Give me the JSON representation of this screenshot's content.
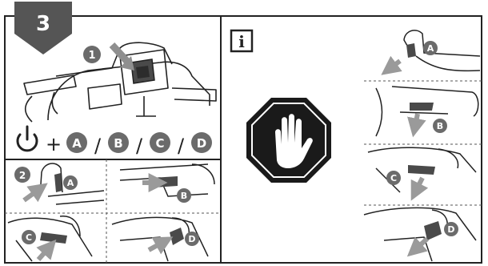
{
  "step_number": "3",
  "badge_1": "1",
  "badge_2": "2",
  "info_symbol": "i",
  "plus_sign": "+",
  "separator": "/",
  "combo_letters": [
    "A",
    "B",
    "C",
    "D"
  ],
  "detail_letters": [
    "A",
    "B",
    "C",
    "D"
  ],
  "right_letters": [
    "A",
    "B",
    "C",
    "D"
  ],
  "colors": {
    "outline": "#222222",
    "badge_gray": "#6b6b6b",
    "step_gray": "#555555",
    "arrow_gray": "#9a9a9a",
    "stop_black": "#1a1a1a"
  },
  "icons": [
    "power-icon",
    "stop-hand-icon",
    "info-icon",
    "press-arrow-icon"
  ]
}
